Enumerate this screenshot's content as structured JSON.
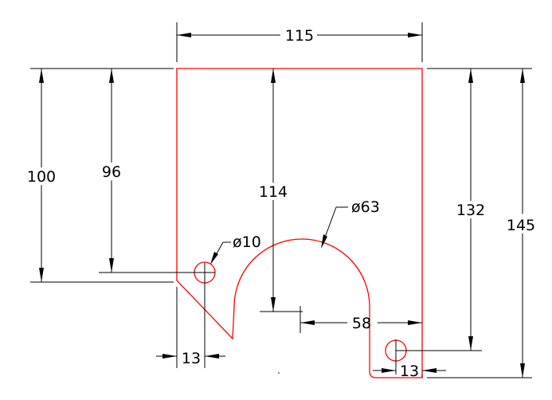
{
  "drawing": {
    "colors": {
      "part_outline": "#ff0000",
      "dimension_lines": "#000000",
      "background": "#ffffff"
    },
    "dimensions": {
      "overall_width": "115",
      "left_height": "100",
      "hole_height": "96",
      "arc_center_height": "114",
      "arc_diameter": "ø63",
      "hole_diameter": "ø10",
      "right_hole_height": "132",
      "overall_height": "145",
      "arc_offset": "58",
      "left_hole_offset": "13",
      "right_hole_offset": "13"
    }
  }
}
